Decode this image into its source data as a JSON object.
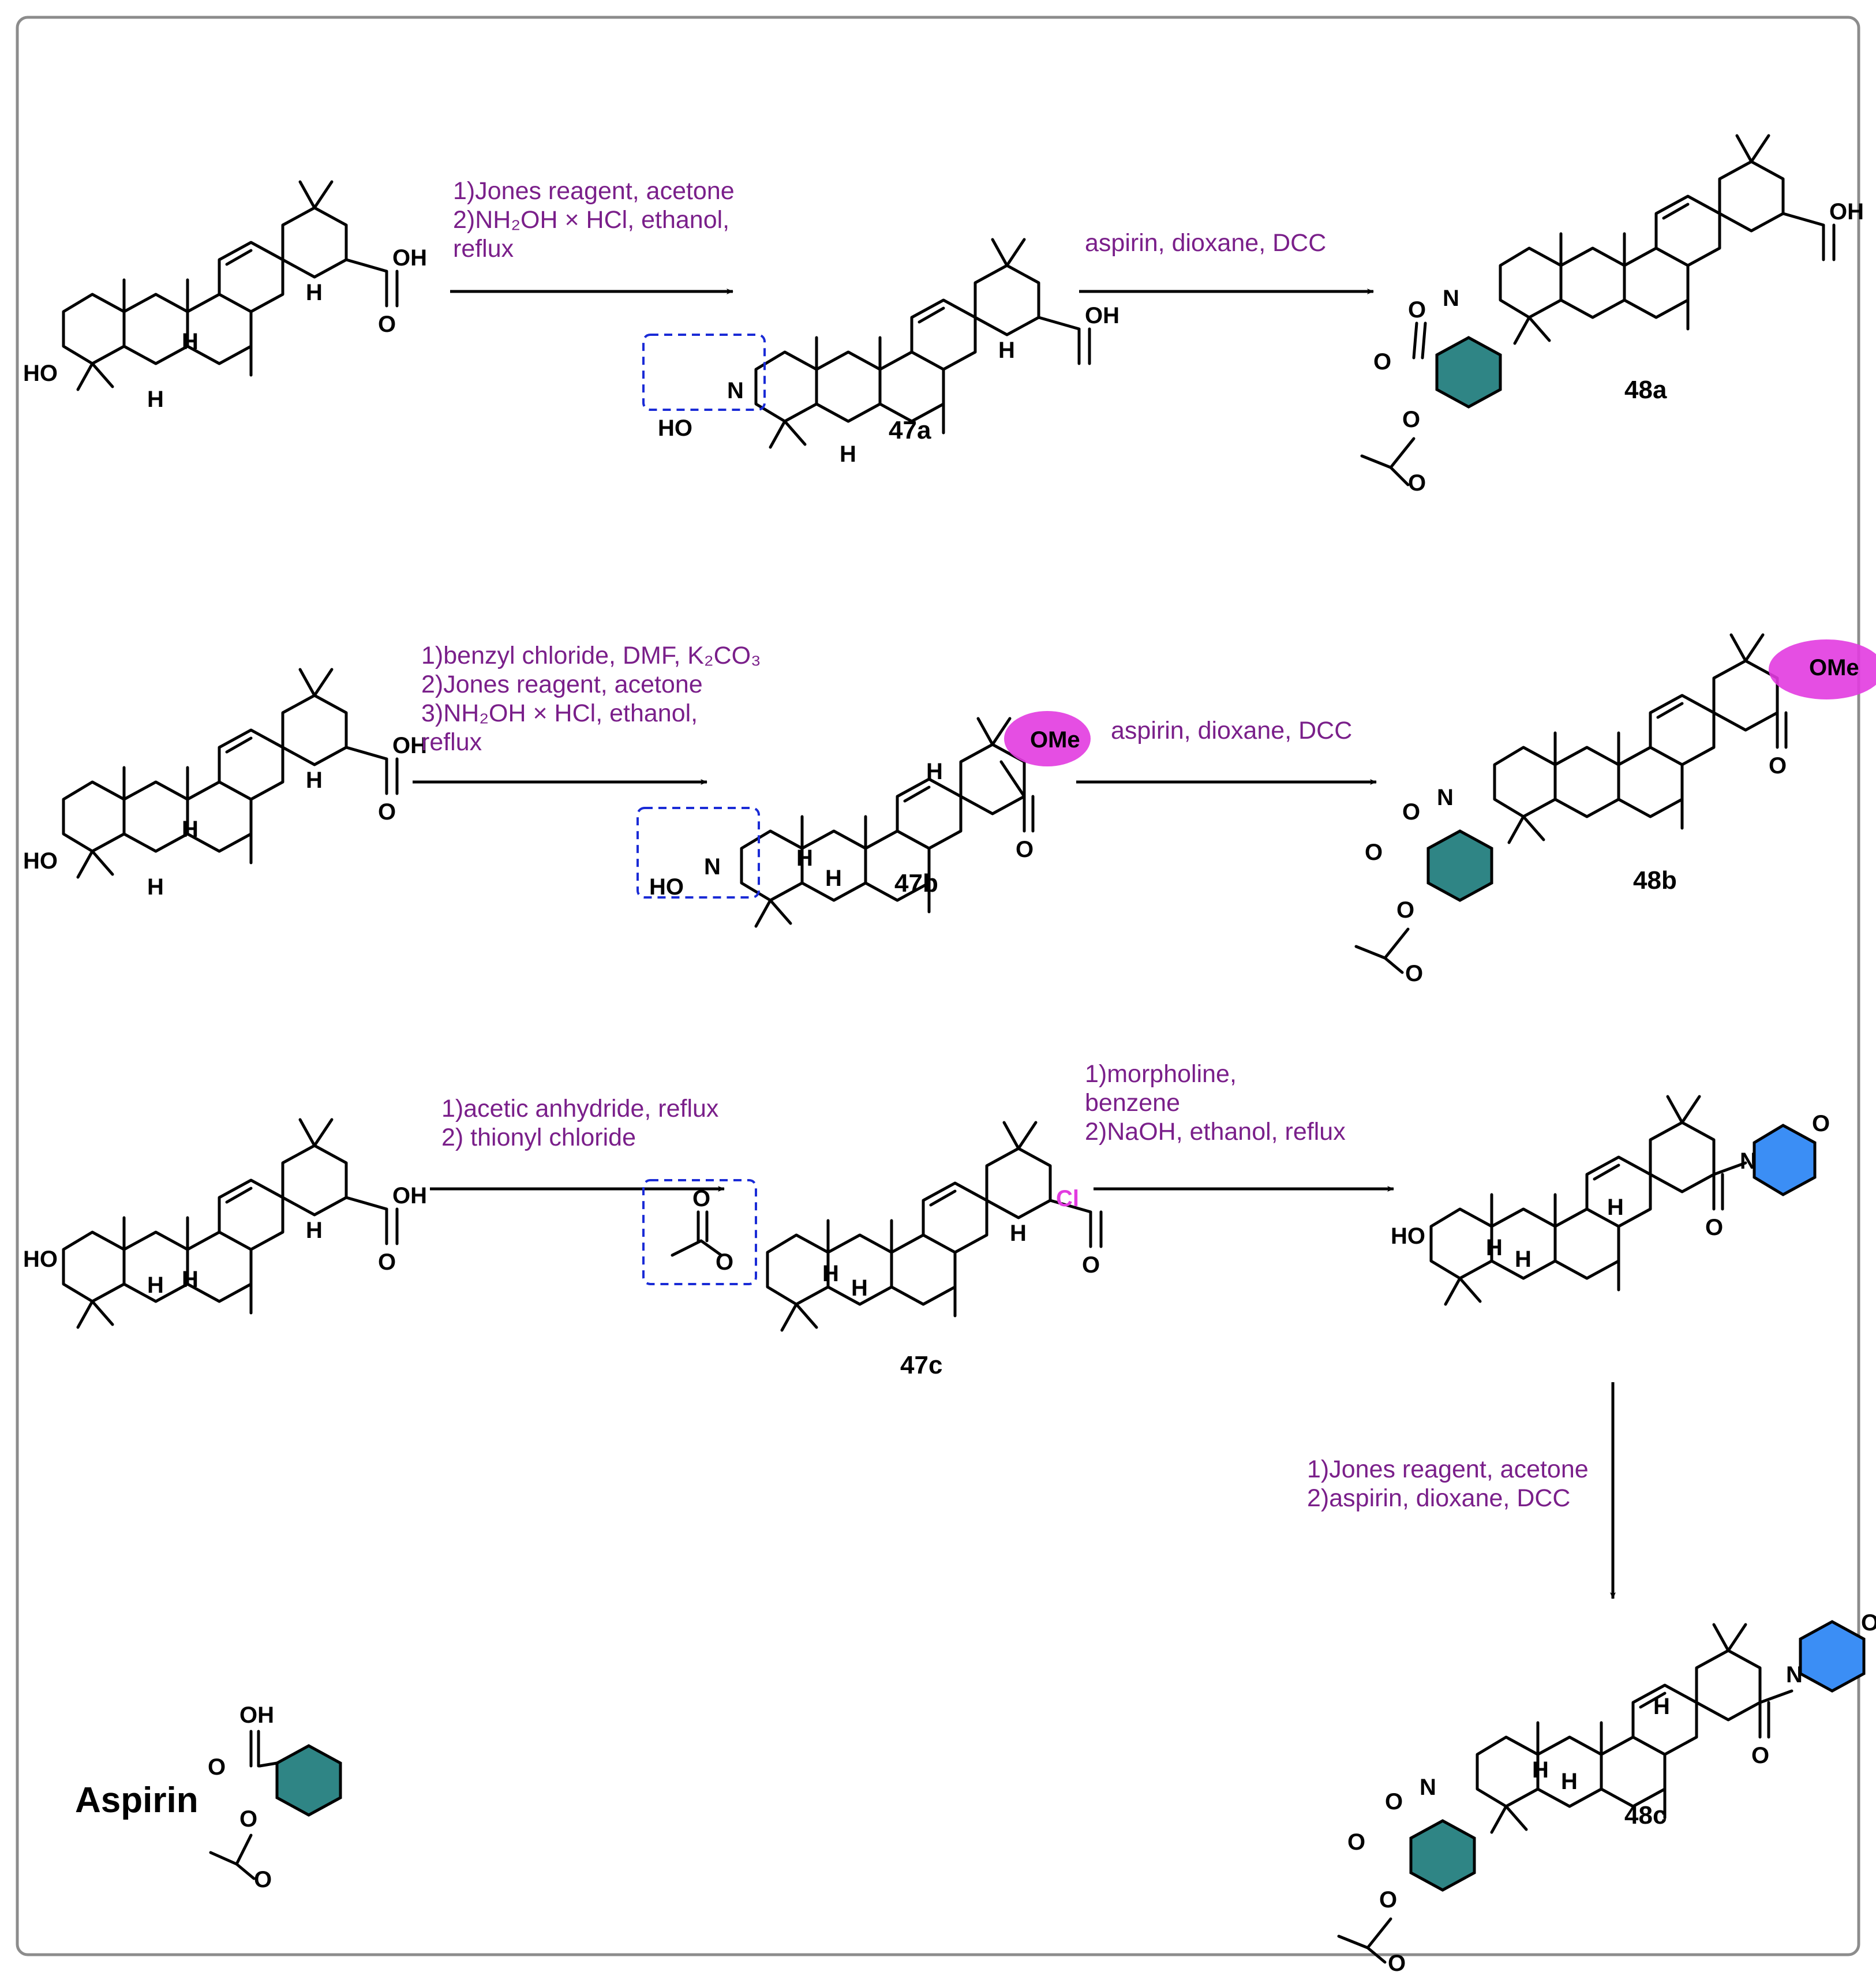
{
  "colors": {
    "conditions": "#7a1f8a",
    "benzene_fill": "#2f8585",
    "morpholine_fill": "#3b8ef5",
    "ester_highlight": "#e23be0",
    "highlight_box": "#1a2bd6",
    "chloride": "#e23be0"
  },
  "atoms": {
    "HO": "HO",
    "OH": "OH",
    "H": "H",
    "O": "O",
    "N": "N",
    "OMe": "OMe",
    "Cl": "Cl"
  },
  "row1": {
    "step1": [
      "1)Jones reagent, acetone",
      "2)NH₂OH × HCl, ethanol,",
      "reflux"
    ],
    "step2": "aspirin, dioxane, DCC",
    "intermediate": "47a",
    "product": "48a"
  },
  "row2": {
    "step1": [
      "1)benzyl chloride, DMF, K₂CO₃",
      "2)Jones reagent, acetone",
      "3)NH₂OH × HCl, ethanol,",
      "reflux"
    ],
    "step2": "aspirin, dioxane, DCC",
    "intermediate": "47b",
    "product": "48b"
  },
  "row3": {
    "step1": [
      "1)acetic anhydride, reflux",
      "2) thionyl chloride"
    ],
    "step2": [
      "1)morpholine,",
      "benzene",
      "2)NaOH, ethanol, reflux"
    ],
    "intermediate": "47c"
  },
  "row4": {
    "step": [
      "1)Jones reagent, acetone",
      "2)aspirin, dioxane, DCC"
    ],
    "product": "48c"
  },
  "aspirin_label": "Aspirin"
}
